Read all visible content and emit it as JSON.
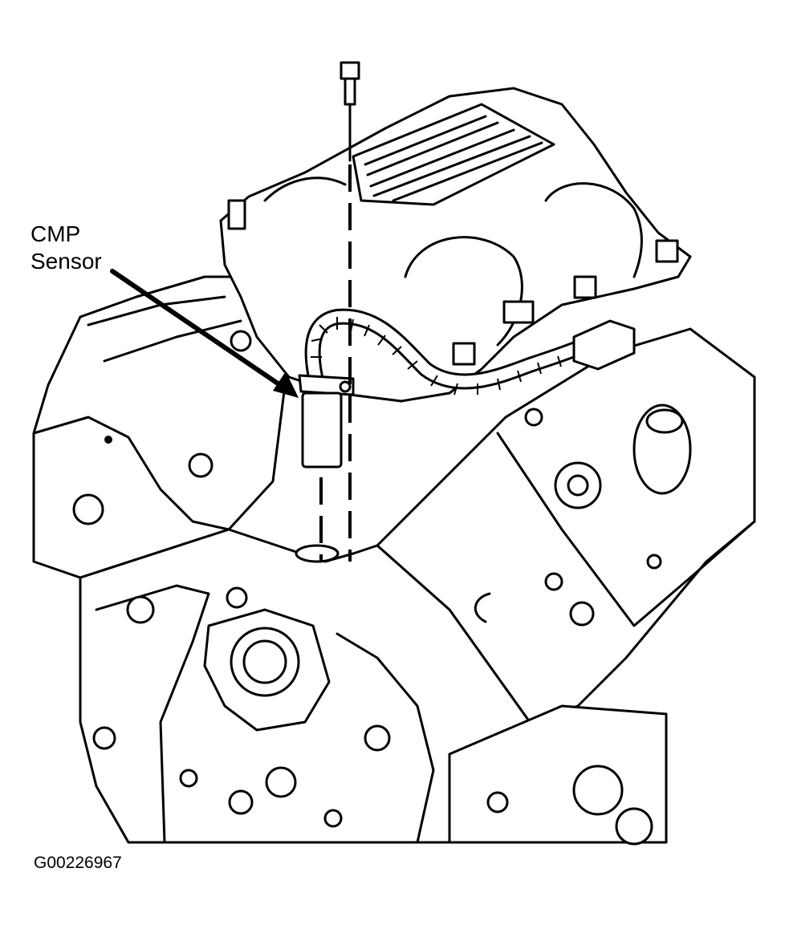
{
  "callout": {
    "line1": "CMP",
    "line2": "Sensor"
  },
  "figure": {
    "reference_id": "G00226967"
  }
}
